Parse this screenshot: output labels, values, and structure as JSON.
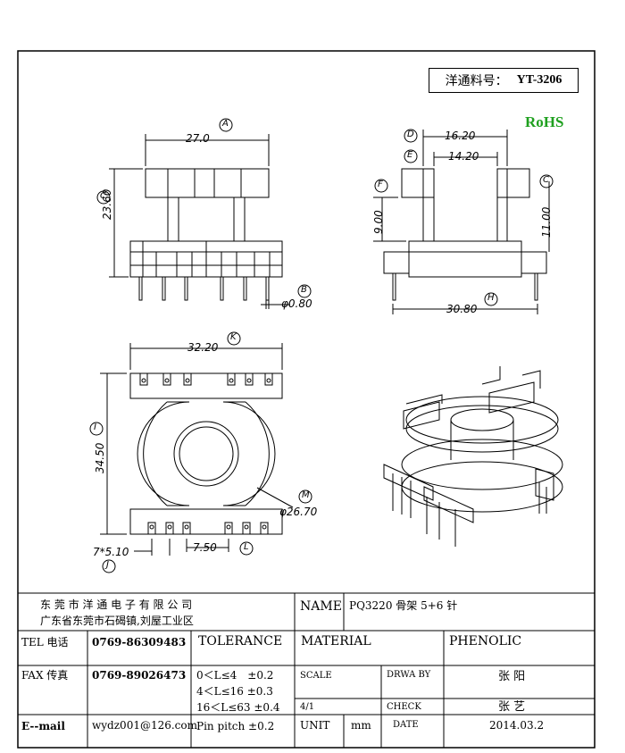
{
  "part_number": {
    "label": "洋通料号：",
    "value": "YT-3206"
  },
  "rohs": "RoHS",
  "dimensions": {
    "A": "27.0",
    "B": "φ0.80",
    "C": "23.60",
    "D": "16.20",
    "E": "14.20",
    "F": "9.00",
    "C2": "11.00",
    "H": "30.80",
    "K": "32.20",
    "I": "34.50",
    "M": "φ26.70",
    "J": "7*5.10",
    "L": "7.50"
  },
  "letters": {
    "A": "A",
    "B": "B",
    "C": "C",
    "D": "D",
    "E": "E",
    "F": "F",
    "H": "H",
    "K": "K",
    "I": "I",
    "M": "M",
    "J": "J",
    "L": "L"
  },
  "title_block": {
    "company": "东 莞 市 洋 通 电 子 有 限 公 司",
    "address": "广东省东莞市石碣镇,刘屋工业区",
    "name_label": "NAME",
    "name_value": "PQ3220 骨架 5+6 针",
    "tel_label": "TEL 电话",
    "tel_value": "0769-86309483",
    "tolerance_label": "TOLERANCE",
    "material_label": "MATERIAL",
    "material_value": "PHENOLIC",
    "fax_label": "FAX 传真",
    "fax_value": "0769-89026473",
    "tol1": "0＜L≤4　±0.2",
    "tol2": "4＜L≤16 ±0.3",
    "tol3": "16＜L≤63 ±0.4",
    "tol4": "Pin pitch ±0.2",
    "scale_label": "SCALE",
    "scale_value": "4/1",
    "drawby_label": "DRWA BY",
    "drawby_value": "张 阳",
    "check_label": "CHECK",
    "check_value": "张 艺",
    "email_label": "E--mail",
    "email_value": "wydz001@126.com",
    "unit_label": "UNIT",
    "unit_value": "mm",
    "date_label": "DATE",
    "date_value": "2014.03.2"
  }
}
